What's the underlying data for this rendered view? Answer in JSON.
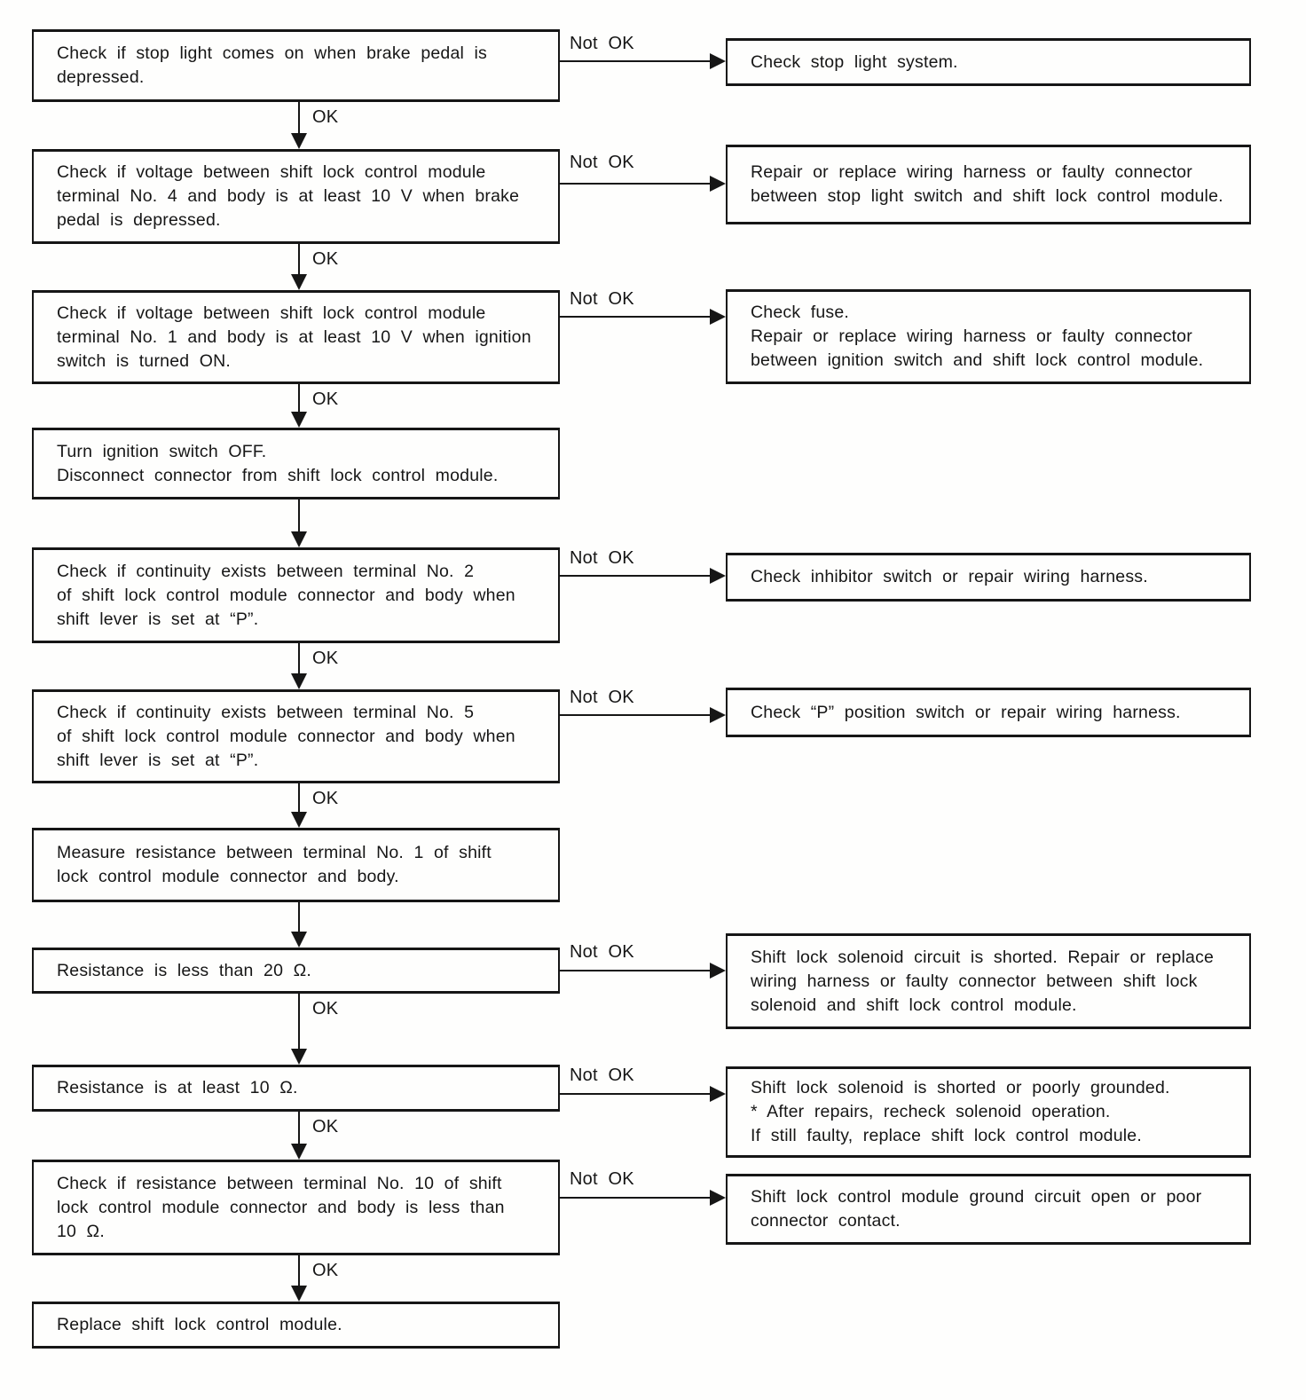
{
  "labels": {
    "ok": "OK",
    "not_ok": "Not OK"
  },
  "colors": {
    "ink": "#161616",
    "background": "#fefefd"
  },
  "diagram_type": "troubleshooting-flowchart",
  "steps": [
    {
      "id": "step-1",
      "lines": [
        "Check if stop light comes on when brake pedal is",
        "depressed."
      ]
    },
    {
      "id": "step-2",
      "lines": [
        "Check if voltage between shift lock control module",
        "terminal No. 4 and body is at least 10 V when brake",
        "pedal is depressed."
      ]
    },
    {
      "id": "step-3",
      "lines": [
        "Check if voltage between shift lock control module",
        "terminal No. 1 and body is at least 10 V when ignition",
        "switch is turned ON."
      ]
    },
    {
      "id": "step-4",
      "lines": [
        "Turn ignition switch OFF.",
        "Disconnect connector from shift lock control module."
      ]
    },
    {
      "id": "step-5",
      "lines": [
        "Check if continuity exists between terminal No. 2",
        "of shift lock control module connector and body when",
        "shift lever is set at “P”."
      ]
    },
    {
      "id": "step-6",
      "lines": [
        "Check if continuity exists between terminal No. 5",
        "of shift lock control module connector and body when",
        "shift lever is set at “P”."
      ]
    },
    {
      "id": "step-7",
      "lines": [
        "Measure resistance between terminal No. 1 of shift",
        "lock control module connector and body."
      ]
    },
    {
      "id": "step-8",
      "lines": [
        "Resistance is less than 20 Ω."
      ]
    },
    {
      "id": "step-9",
      "lines": [
        "Resistance is at least 10 Ω."
      ]
    },
    {
      "id": "step-10",
      "lines": [
        "Check if resistance between terminal No. 10 of shift",
        "lock control module connector and body is less than",
        "10 Ω."
      ]
    },
    {
      "id": "step-11",
      "lines": [
        "Replace shift lock control module."
      ]
    }
  ],
  "results": [
    {
      "id": "result-1",
      "lines": [
        "Check stop light system."
      ]
    },
    {
      "id": "result-2",
      "lines": [
        "Repair or replace wiring harness or faulty connector",
        "between stop light switch and shift lock control module."
      ]
    },
    {
      "id": "result-3",
      "lines": [
        "Check fuse.",
        "Repair or replace wiring harness or faulty connector",
        "between ignition switch and shift lock control module."
      ]
    },
    {
      "id": "result-4",
      "lines": [
        "Check inhibitor switch or repair wiring harness."
      ]
    },
    {
      "id": "result-5",
      "lines": [
        "Check “P” position switch or repair wiring harness."
      ]
    },
    {
      "id": "result-6",
      "lines": [
        "Shift lock solenoid circuit is shorted. Repair or replace",
        "wiring harness or faulty connector between shift lock",
        "solenoid and shift lock control module."
      ]
    },
    {
      "id": "result-7",
      "lines": [
        "Shift lock solenoid is shorted or poorly grounded.",
        "* After repairs, recheck solenoid operation.",
        "If still faulty, replace shift lock control module."
      ]
    },
    {
      "id": "result-8",
      "lines": [
        "Shift lock control module ground circuit open or poor",
        "connector contact."
      ]
    }
  ],
  "edges": [
    {
      "from": "step-1",
      "to": "step-2",
      "label": "OK"
    },
    {
      "from": "step-2",
      "to": "step-3",
      "label": "OK"
    },
    {
      "from": "step-3",
      "to": "step-4",
      "label": "OK"
    },
    {
      "from": "step-4",
      "to": "step-5",
      "label": ""
    },
    {
      "from": "step-5",
      "to": "step-6",
      "label": "OK"
    },
    {
      "from": "step-6",
      "to": "step-7",
      "label": "OK"
    },
    {
      "from": "step-7",
      "to": "step-8",
      "label": ""
    },
    {
      "from": "step-8",
      "to": "step-9",
      "label": "OK"
    },
    {
      "from": "step-9",
      "to": "step-10",
      "label": "OK"
    },
    {
      "from": "step-10",
      "to": "step-11",
      "label": "OK"
    },
    {
      "from": "step-1",
      "to": "result-1",
      "label": "Not OK"
    },
    {
      "from": "step-2",
      "to": "result-2",
      "label": "Not OK"
    },
    {
      "from": "step-3",
      "to": "result-3",
      "label": "Not OK"
    },
    {
      "from": "step-5",
      "to": "result-4",
      "label": "Not OK"
    },
    {
      "from": "step-6",
      "to": "result-5",
      "label": "Not OK"
    },
    {
      "from": "step-8",
      "to": "result-6",
      "label": "Not OK"
    },
    {
      "from": "step-9",
      "to": "result-7",
      "label": "Not OK"
    },
    {
      "from": "step-10",
      "to": "result-8",
      "label": "Not OK"
    }
  ]
}
